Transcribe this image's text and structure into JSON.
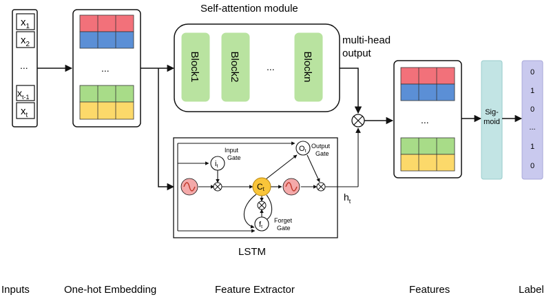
{
  "inputs": {
    "items": [
      {
        "base": "x",
        "sub": "1"
      },
      {
        "base": "x",
        "sub": "2"
      },
      {
        "base": "...",
        "sub": ""
      },
      {
        "base": "x",
        "sub": "t-1"
      },
      {
        "base": "x",
        "sub": "t"
      }
    ]
  },
  "embedding": {
    "ellipsis": "..."
  },
  "attention": {
    "title": "Self-attention module",
    "blocks": [
      "Block1",
      "Block2",
      "...",
      "Blockn"
    ],
    "output_label_line1": "multi-head",
    "output_label_line2": "output"
  },
  "lstm": {
    "title": "LSTM",
    "input_gate_symbol": "i",
    "input_gate_sub": "t",
    "input_gate_label_1": "Input",
    "input_gate_label_2": "Gate",
    "output_gate_symbol": "O",
    "output_gate_sub": "t",
    "output_gate_label_1": "Output",
    "output_gate_label_2": "Gate",
    "forget_gate_symbol": "f",
    "forget_gate_sub": "t",
    "forget_gate_label_1": "Forget",
    "forget_gate_label_2": "Gate",
    "cell_symbol": "C",
    "cell_sub": "t",
    "hidden_symbol": "h",
    "hidden_sub": "t"
  },
  "features": {
    "ellipsis": "..."
  },
  "sigmoid": {
    "line1": "Sig-",
    "line2": "moid"
  },
  "label_column": {
    "values": [
      "0",
      "1",
      "0",
      "...",
      "1",
      "0"
    ]
  },
  "bottom_labels": {
    "inputs": "Inputs",
    "embedding": "One-hot Embedding",
    "extractor": "Feature Extractor",
    "features": "Features",
    "label": "Label"
  },
  "colors": {
    "red": "#f2717a",
    "blue": "#5b8fd6",
    "green": "#a8dc88",
    "yellow": "#fcd96a",
    "block_green": "#b9e3a0",
    "sigmoid_teal": "#c2e4e4",
    "label_purple": "#c9c9ee",
    "cell_orange": "#f9c53a",
    "tanh_pink": "#f4a9a9"
  }
}
